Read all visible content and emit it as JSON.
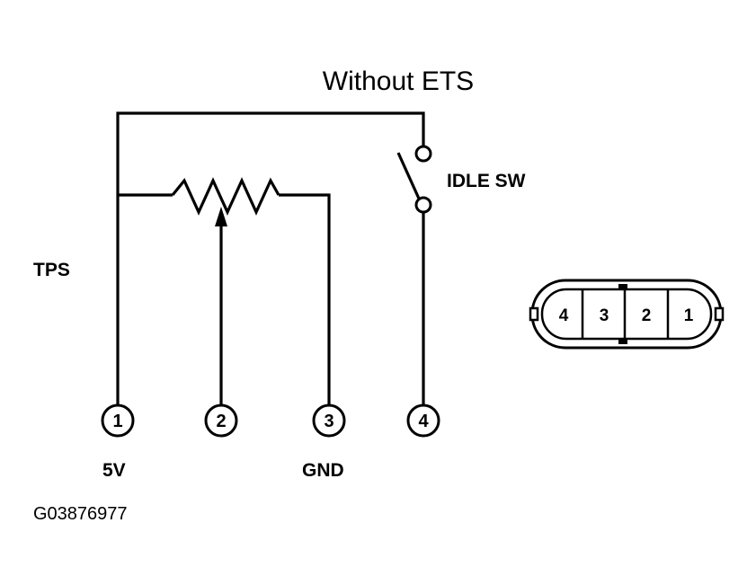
{
  "title": "Without ETS",
  "labels": {
    "tps": "TPS",
    "idle_sw": "IDLE SW",
    "pin1_desc": "5V",
    "pin3_desc": "GND",
    "figure_code": "G03876977"
  },
  "terminals": [
    "1",
    "2",
    "3",
    "4"
  ],
  "connector_pins": [
    "4",
    "3",
    "2",
    "1"
  ]
}
